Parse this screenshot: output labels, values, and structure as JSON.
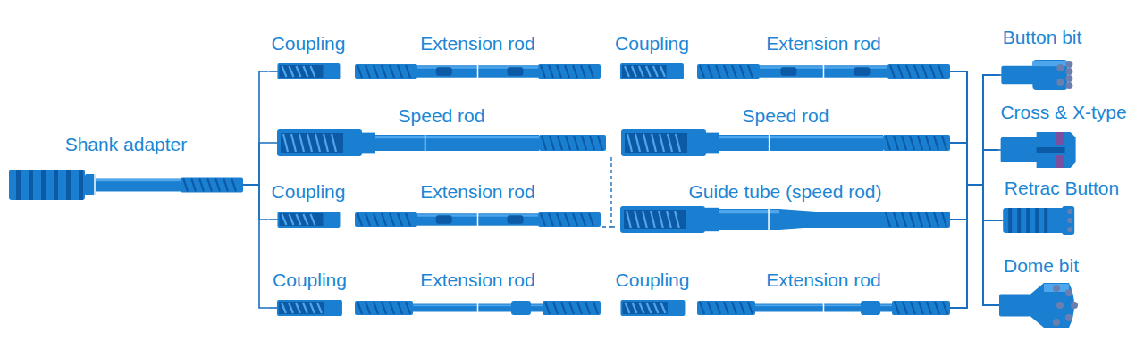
{
  "diagram": {
    "nodes": [
      {
        "text": [
          "Shank adapter"
        ]
      },
      {
        "text": [
          "Coupling"
        ]
      },
      {
        "text": [
          "Extension rod"
        ]
      },
      {
        "text": [
          "Coupling"
        ]
      },
      {
        "text": [
          "Extension rod"
        ]
      },
      {
        "text": [
          "Speed rod"
        ]
      },
      {
        "text": [
          "Speed rod"
        ]
      },
      {
        "text": [
          "Coupling"
        ]
      },
      {
        "text": [
          "Extension rod"
        ]
      },
      {
        "text": [
          "Guide tube (speed rod)"
        ]
      },
      {
        "text": [
          "Coupling"
        ]
      },
      {
        "text": [
          "Extension rod"
        ]
      },
      {
        "text": [
          "Coupling"
        ]
      },
      {
        "text": [
          "Extension rod"
        ]
      },
      {
        "text": [
          "Button bit"
        ]
      },
      {
        "text": [
          "Cross & X-type"
        ]
      },
      {
        "text": [
          "Retrac Button"
        ]
      },
      {
        "text": [
          "Dome bit"
        ]
      }
    ],
    "edges": [
      {
        "from": 0,
        "to": 1,
        "arrow": "none"
      },
      {
        "from": 0,
        "to": 5,
        "arrow": "none"
      },
      {
        "from": 0,
        "to": 7,
        "arrow": "none"
      },
      {
        "from": 0,
        "to": 10,
        "arrow": "none"
      },
      {
        "from": 4,
        "to": 14,
        "arrow": "none"
      },
      {
        "from": 4,
        "to": 15,
        "arrow": "none"
      },
      {
        "from": 4,
        "to": 16,
        "arrow": "none"
      },
      {
        "from": 4,
        "to": 17,
        "arrow": "none"
      },
      {
        "from": 6,
        "to": 14,
        "arrow": "none"
      },
      {
        "from": 6,
        "to": 15,
        "arrow": "none"
      },
      {
        "from": 6,
        "to": 16,
        "arrow": "none"
      },
      {
        "from": 6,
        "to": 17,
        "arrow": "none"
      },
      {
        "from": 9,
        "to": 14,
        "arrow": "none"
      },
      {
        "from": 9,
        "to": 15,
        "arrow": "none"
      },
      {
        "from": 9,
        "to": 16,
        "arrow": "none"
      },
      {
        "from": 9,
        "to": 17,
        "arrow": "none"
      },
      {
        "from": 13,
        "to": 14,
        "arrow": "none"
      },
      {
        "from": 13,
        "to": 15,
        "arrow": "none"
      },
      {
        "from": 13,
        "to": 16,
        "arrow": "none"
      },
      {
        "from": 13,
        "to": 17,
        "arrow": "none"
      }
    ]
  }
}
